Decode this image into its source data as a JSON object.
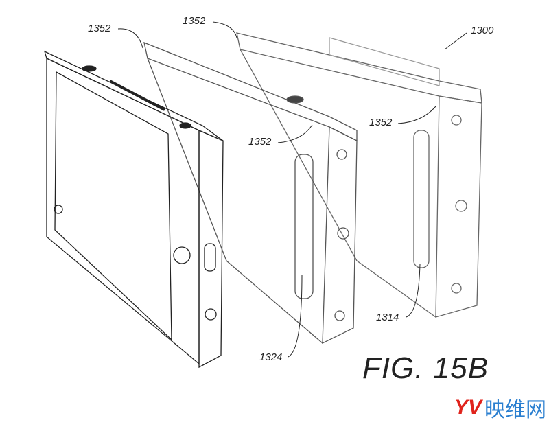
{
  "figure": {
    "title": "FIG. 15B",
    "labels": {
      "assembly": "1300",
      "hinge_a": "1352",
      "hinge_b": "1352",
      "hinge_c": "1352",
      "hinge_d": "1352",
      "connector_middle": "1324",
      "connector_back": "1314"
    }
  },
  "watermark": {
    "logo": "YV",
    "text": "映维网"
  }
}
